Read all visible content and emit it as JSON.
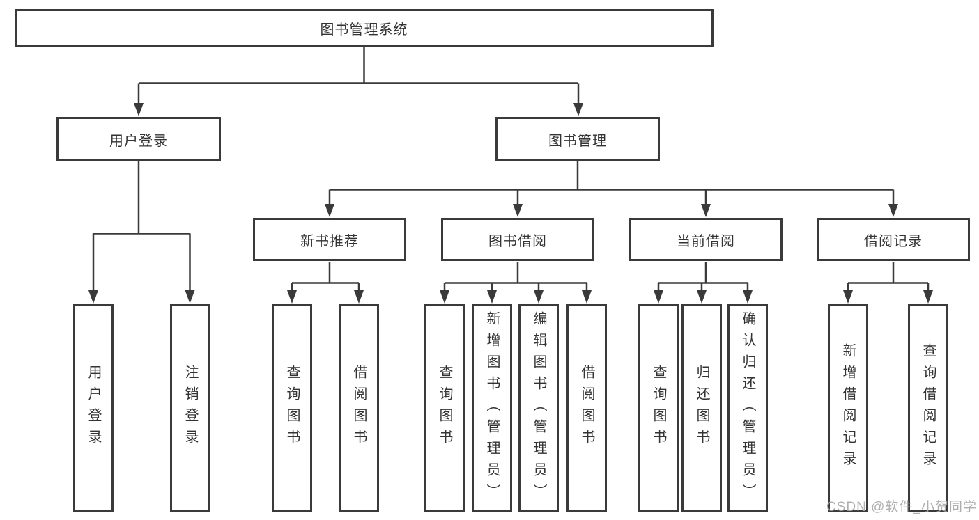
{
  "watermark": "CSDN @软件_小贺同学",
  "colors": {
    "line": "#3a3a3a",
    "text": "#333333",
    "watermark": "#a8a8a8",
    "background": "#ffffff"
  },
  "tree": {
    "root": "图书管理系统",
    "children": [
      {
        "label": "用户登录",
        "children": [
          {
            "label": "用户登录"
          },
          {
            "label": "注销登录"
          }
        ]
      },
      {
        "label": "图书管理",
        "children": [
          {
            "label": "新书推荐",
            "children": [
              {
                "label": "查询图书"
              },
              {
                "label": "借阅图书"
              }
            ]
          },
          {
            "label": "图书借阅",
            "children": [
              {
                "label": "查询图书"
              },
              {
                "label": "新增图书（管理员）"
              },
              {
                "label": "编辑图书（管理员）"
              },
              {
                "label": "借阅图书"
              }
            ]
          },
          {
            "label": "当前借阅",
            "children": [
              {
                "label": "查询图书"
              },
              {
                "label": "归还图书"
              },
              {
                "label": "确认归还（管理员）"
              }
            ]
          },
          {
            "label": "借阅记录",
            "children": [
              {
                "label": "新增借阅记录"
              },
              {
                "label": "查询借阅记录"
              }
            ]
          }
        ]
      }
    ]
  }
}
